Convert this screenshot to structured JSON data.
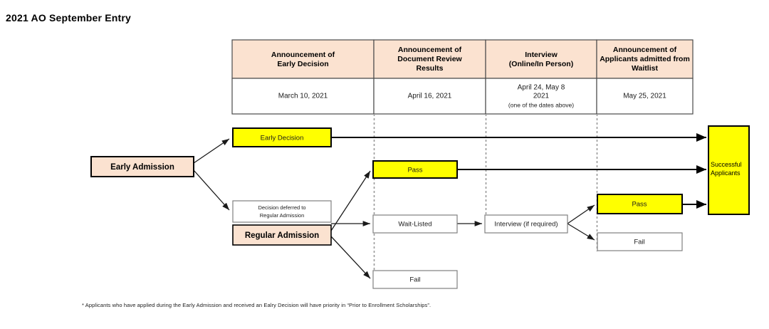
{
  "page_title": "2021 AO September Entry",
  "colors": {
    "header_fill": "#fbe2d0",
    "node_fill": "#fbe2d0",
    "highlight_fill": "#ffff00",
    "plain_fill": "#ffffff",
    "border_dark": "#000000",
    "border_grey": "#808080",
    "divider_dashed": "#9a9a9a"
  },
  "schedule_table": {
    "headers": [
      "Announcement of\nEarly Decision",
      "Announcement of\nDocument Review\nResults",
      "Interview\n(Online/In Person)",
      "Announcement of\nApplicants admitted from\nWaitlist"
    ],
    "header_lines": [
      [
        "Announcement of",
        "Early Decision"
      ],
      [
        "Announcement of",
        "Document Review",
        "Results"
      ],
      [
        "Interview",
        "(Online/In Person)"
      ],
      [
        "Announcement of",
        "Applicants admitted from",
        "Waitlist"
      ]
    ],
    "dates": [
      "March 10, 2021",
      "April 16, 2021",
      "April 24, May 8\n2021\n(one of the dates above)",
      "May 25, 2021"
    ],
    "date_lines": [
      [
        "March 10, 2021"
      ],
      [
        "April 16, 2021"
      ],
      [
        "April 24, May 8",
        "2021",
        "(one of the dates above)"
      ],
      [
        "May 25, 2021"
      ]
    ]
  },
  "nodes": {
    "early_admission": "Early Admission",
    "early_decision": "Early Decision",
    "decision_deferred": "Decision deferred to\nRegular Admission",
    "decision_deferred_lines": [
      "Decision deferred to",
      "Regular Admission"
    ],
    "regular_admission": "Regular Admission",
    "doc_pass": "Pass",
    "doc_waitlisted": "Wait-Listed",
    "doc_fail": "Fail",
    "interview": "Interview (if required)",
    "waitlist_pass": "Pass",
    "waitlist_fail": "Fail",
    "successful_applicants": "Successful\nApplicants",
    "successful_applicants_lines": [
      "Successful",
      "Applicants"
    ]
  },
  "footnote": "* Applicants who have applied during the Early Admission and received an Ealry Decision will have priority in “Prior to Enrollment Scholarships”."
}
